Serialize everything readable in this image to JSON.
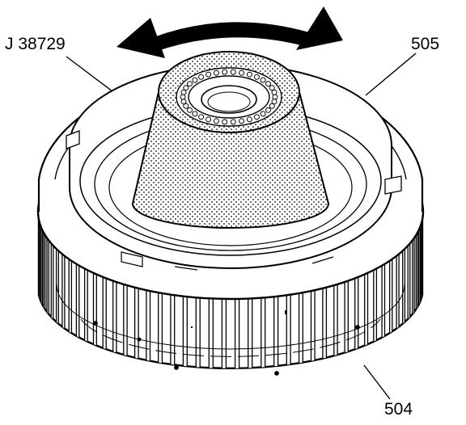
{
  "callouts": {
    "tool": "J 38729",
    "upper_part": "505",
    "lower_part": "504"
  },
  "colors": {
    "line": "#000000",
    "background": "#ffffff",
    "stipple": "#6e6e6e"
  },
  "icons": {
    "rotation": "double-headed-curved-arrow"
  }
}
